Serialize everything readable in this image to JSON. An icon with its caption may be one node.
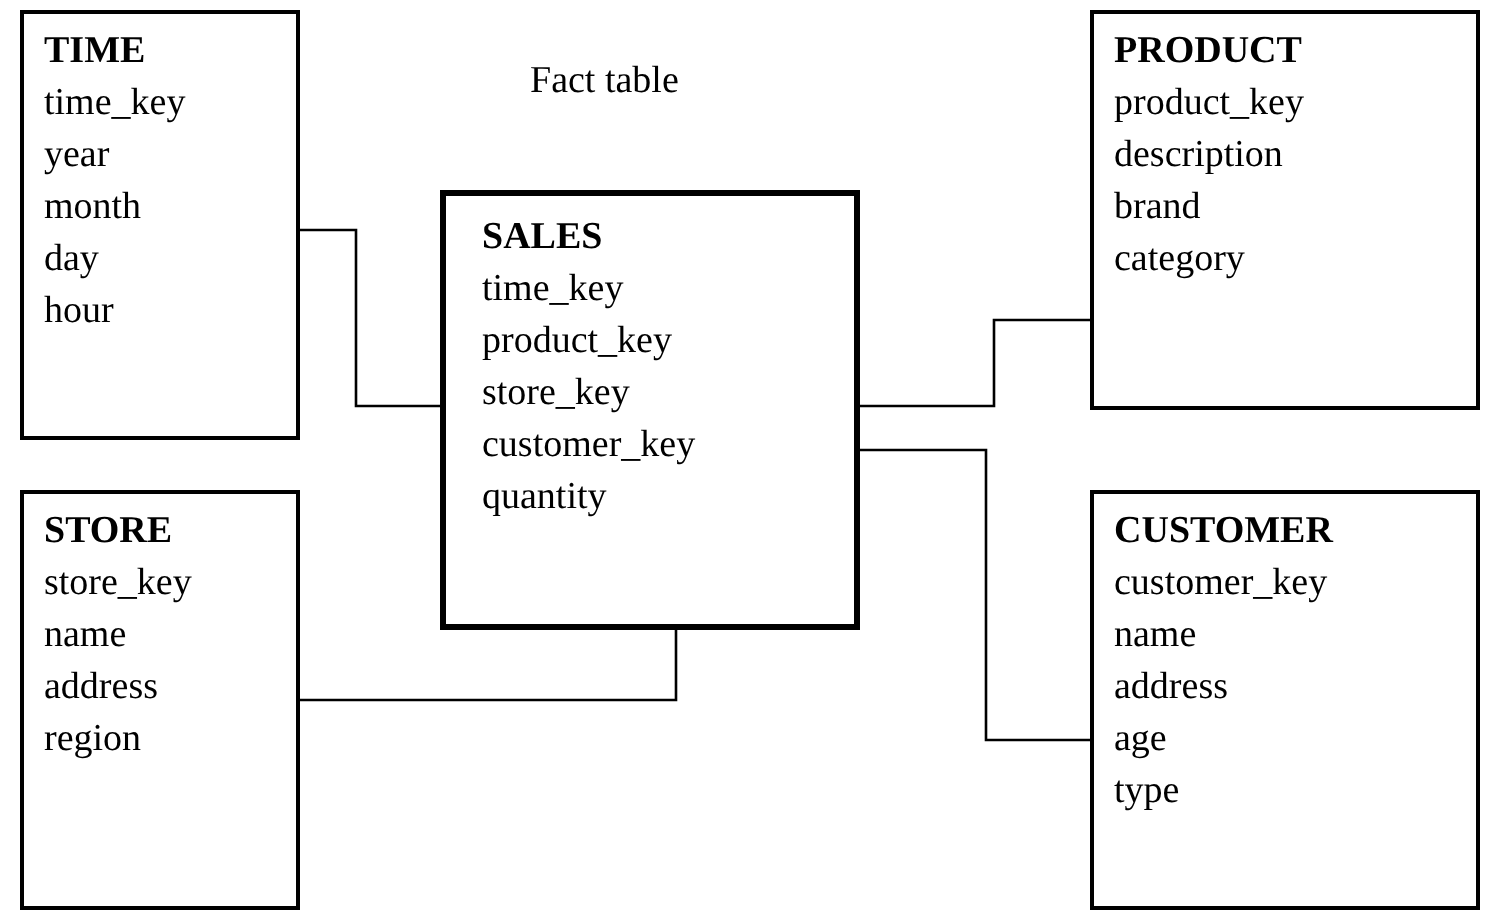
{
  "diagram": {
    "nodes": [
      {
        "text": [
          "TIME",
          "time_key",
          "year",
          "month",
          "day",
          "hour"
        ]
      },
      {
        "text": [
          "SALES",
          "time_key",
          "product_key",
          "store_key",
          "customer_key",
          "quantity"
        ],
        "beside": [
          "Fact table"
        ]
      },
      {
        "text": [
          "PRODUCT",
          "product_key",
          "description",
          "brand",
          "category"
        ]
      },
      {
        "text": [
          "STORE",
          "store_key",
          "name",
          "address",
          "region"
        ]
      },
      {
        "text": [
          "CUSTOMER",
          "customer_key",
          "name",
          "address",
          "age",
          "type"
        ]
      }
    ],
    "edges": [
      {
        "from": 0,
        "to": 1,
        "arrow": "none"
      },
      {
        "from": 1,
        "to": 2,
        "arrow": "none"
      },
      {
        "from": 1,
        "to": 3,
        "arrow": "none"
      },
      {
        "from": 1,
        "to": 4,
        "arrow": "none"
      }
    ]
  }
}
